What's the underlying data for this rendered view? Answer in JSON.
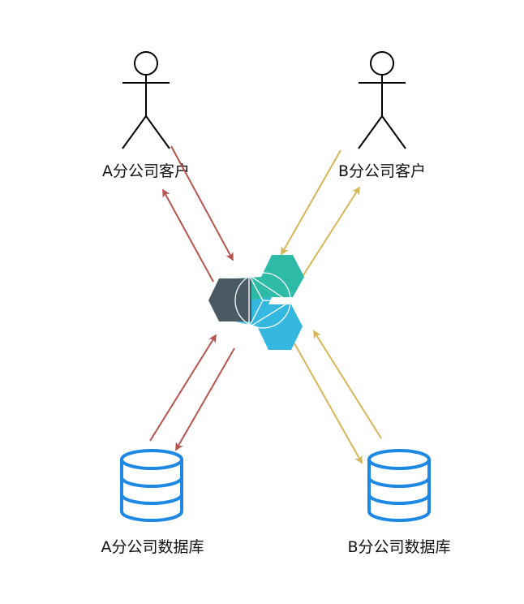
{
  "labels": {
    "client_a": "A分公司客户",
    "client_b": "B分公司客户",
    "db_a": "A分公司数据库",
    "db_b": "B分公司数据库"
  },
  "colors": {
    "background": "#ffffff",
    "arrow_a": "#b85450",
    "arrow_b": "#d6b656",
    "database": "#1e88e5",
    "hex_dark": "#4a5a65",
    "hex_teal": "#2dbba8",
    "hex_blue": "#35b8e0",
    "actor": "#000000"
  },
  "icons": {
    "actors": "person-icon",
    "hub": "hexagon-hub-icon",
    "databases": "database-icon"
  }
}
